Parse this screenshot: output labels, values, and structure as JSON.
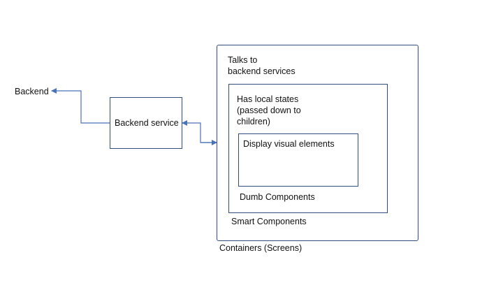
{
  "nodes": {
    "backend": {
      "label": "Backend"
    },
    "backend_service": {
      "label": "Backend service"
    },
    "containers": {
      "label": "Containers (Screens)",
      "description": "Talks to\nbackend services"
    },
    "smart_components": {
      "label": "Smart Components",
      "description": "Has local states\n(passed down to\nchildren)"
    },
    "dumb_components": {
      "label": "Dumb Components",
      "description": "Display visual elements"
    }
  },
  "colors": {
    "connector": "#4a72b8",
    "box_border": "#2f4d7e",
    "text": "#111111"
  }
}
